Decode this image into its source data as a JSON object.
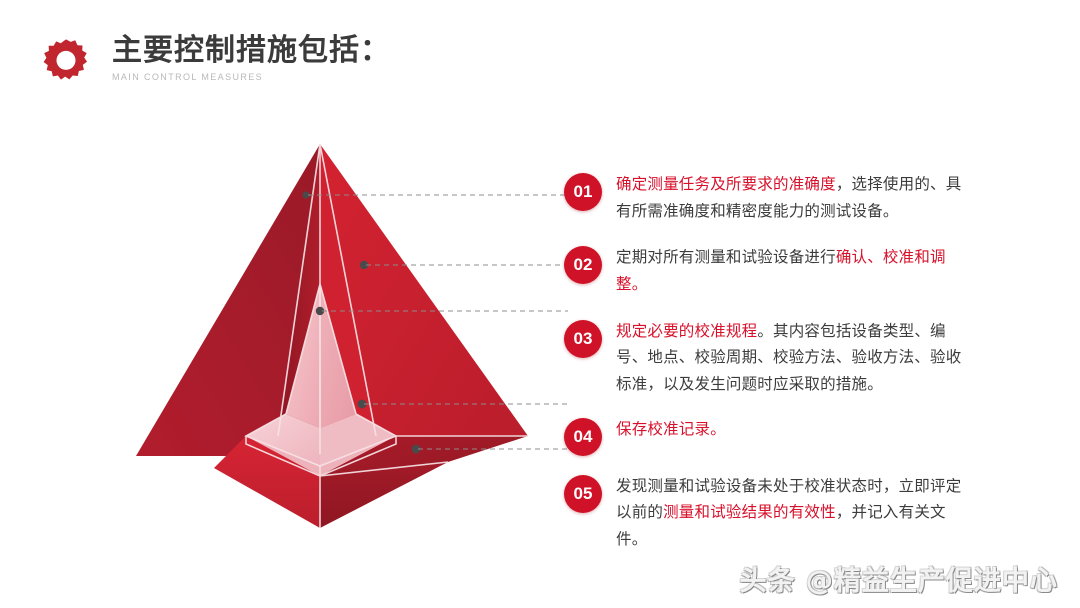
{
  "header": {
    "icon": "gear-icon",
    "title": "主要控制措施包括：",
    "subtitle": "MAIN CONTROL MEASURES"
  },
  "colors": {
    "accent_red": "#cf1227",
    "highlight_red": "#d8102a",
    "pyramid_left_dark": "#a81b2c",
    "pyramid_left_mid": "#b81f2f",
    "pyramid_right": "#cc1f2e",
    "pyramid_right_dark": "#9e1b2a",
    "pyramid_inner_light": "#f2b9c0",
    "pyramid_inner_lighter": "#f7d3d8",
    "title_gray": "#3b3b3b",
    "subtitle_gray": "#b9b9b9",
    "body_gray": "#3c3c3c",
    "connector_gray": "#8c8c8c",
    "background": "#ffffff"
  },
  "items": [
    {
      "number": "01",
      "segments": [
        {
          "text": "确定测量任务及所要求的准确度",
          "highlight": true
        },
        {
          "text": "，选择使用的、具有所需准确度和精密度能力的测试设备。",
          "highlight": false
        }
      ]
    },
    {
      "number": "02",
      "segments": [
        {
          "text": "定期对所有测量和试验设备进行",
          "highlight": false
        },
        {
          "text": "确认、校准和调整。",
          "highlight": true
        }
      ]
    },
    {
      "number": "03",
      "segments": [
        {
          "text": "规定必要的校准规程",
          "highlight": true
        },
        {
          "text": "。其内容包括设备类型、编号、地点、校验周期、校验方法、验收方法、验收标准，以及发生问题时应采取的措施。",
          "highlight": false
        }
      ]
    },
    {
      "number": "04",
      "segments": [
        {
          "text": "保存校准记录。",
          "highlight": true
        }
      ]
    },
    {
      "number": "05",
      "segments": [
        {
          "text": "发现测量和试验设备未处于校准状态时，立即评定以前的",
          "highlight": false
        },
        {
          "text": "测量和试验结果的有效性",
          "highlight": true
        },
        {
          "text": "，并记入有关文件。",
          "highlight": false
        }
      ]
    }
  ],
  "diagram": {
    "name": "layered-pyramid",
    "levels": 5,
    "connector_style": "dashed",
    "marker_dots": 5
  },
  "watermark": {
    "text": "头条 @精益生产促进中心"
  }
}
